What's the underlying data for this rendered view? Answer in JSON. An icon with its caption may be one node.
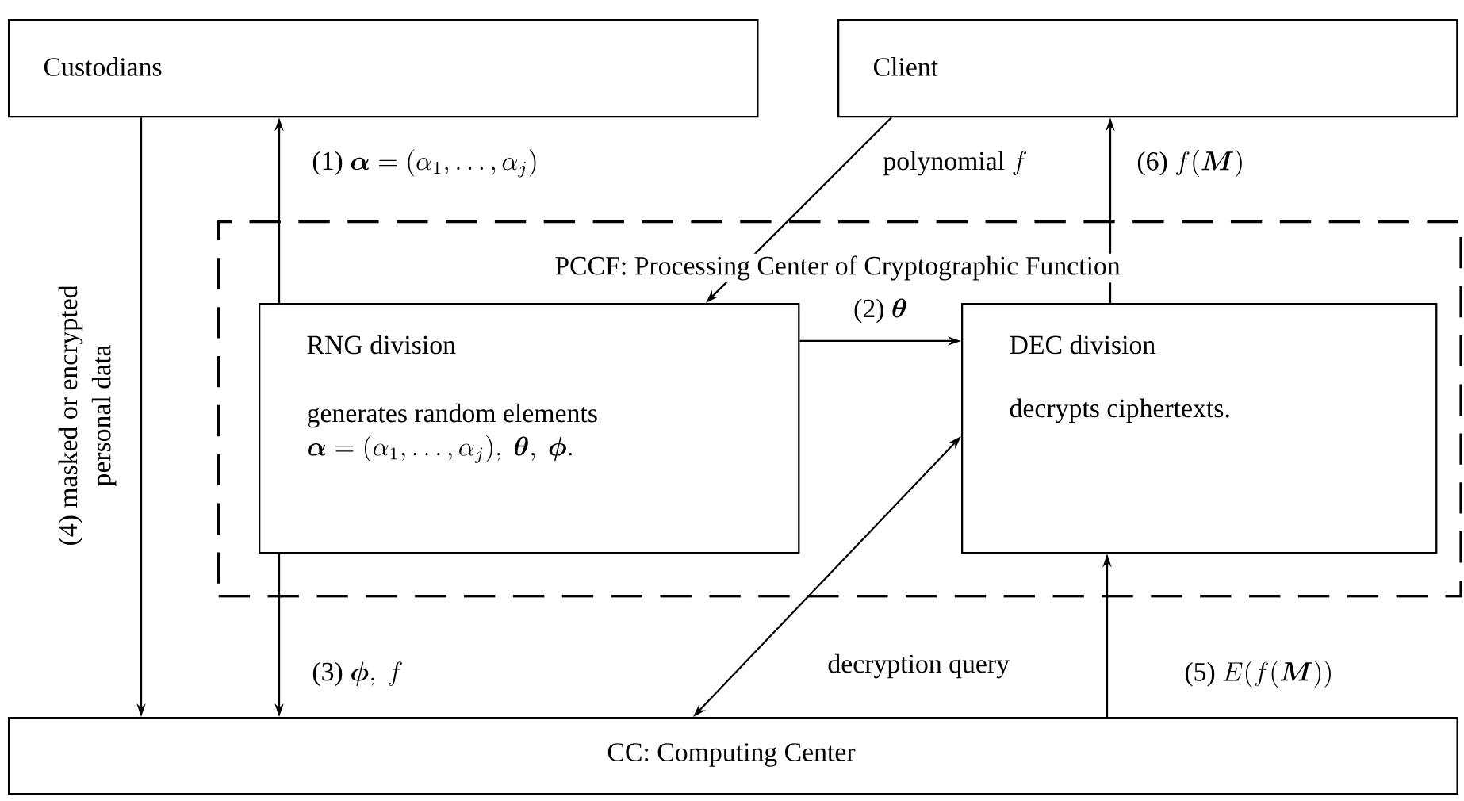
{
  "diagram": {
    "nodes": [
      {
        "text": [
          "Custodians"
        ]
      },
      {
        "text": [
          "Client"
        ]
      },
      {
        "text": [
          "PCCF: Processing Center of Cryptographic Function"
        ]
      },
      {
        "text": [
          "RNG division",
          "\\begin{array}{@{}l@{}}\\text{generates random elements}\\\\ \\boldsymbol{\\alpha}=(\\alpha_1,\\ldots,\\alpha_j),\\ \\boldsymbol{\\theta},\\ \\boldsymbol{\\phi}.\\end{array}"
        ],
        "in": 2
      },
      {
        "text": [
          "DEC division",
          "decrypts ciphertexts."
        ],
        "in": 2
      },
      {
        "text": [
          "CC: Computing Center"
        ]
      }
    ],
    "edges": [
      {
        "from": 0,
        "to": 5,
        "arrow": "to",
        "label": "(4) masked or encrypted personal data"
      },
      {
        "from": 3,
        "to": 0,
        "arrow": "to",
        "label": "\\text{(1) }\\boldsymbol{\\alpha}=(\\alpha_1,\\ldots,\\alpha_j)"
      },
      {
        "from": 1,
        "to": 3,
        "arrow": "to",
        "label": "\\text{polynomial }f"
      },
      {
        "from": 3,
        "to": 4,
        "arrow": "to",
        "label": "\\text{(2) }\\boldsymbol{\\theta}"
      },
      {
        "from": 4,
        "to": 1,
        "arrow": "to",
        "label": "\\text{(6) }f(\\boldsymbol{M})"
      },
      {
        "from": 3,
        "to": 5,
        "arrow": "to",
        "label": "\\text{(3) }\\boldsymbol{\\phi},\\ f"
      },
      {
        "from": 5,
        "to": 4,
        "arrow": "both",
        "label": "\\text{decryption query}"
      },
      {
        "from": 5,
        "to": 4,
        "arrow": "to",
        "label": "\\text{(5) }E(f(\\boldsymbol{M}))"
      }
    ]
  }
}
